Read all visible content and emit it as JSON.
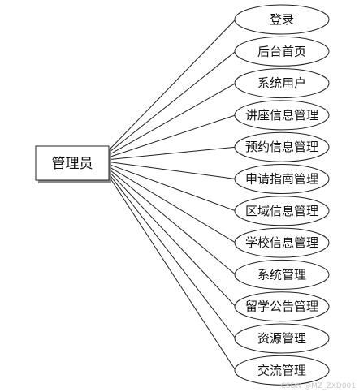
{
  "root": {
    "label": "管理员"
  },
  "modules": [
    {
      "label": "登录"
    },
    {
      "label": "后台首页"
    },
    {
      "label": "系统用户"
    },
    {
      "label": "讲座信息管理"
    },
    {
      "label": "预约信息管理"
    },
    {
      "label": "申请指南管理"
    },
    {
      "label": "区域信息管理"
    },
    {
      "label": "学校信息管理"
    },
    {
      "label": "系统管理"
    },
    {
      "label": "留学公告管理"
    },
    {
      "label": "资源管理"
    },
    {
      "label": "交流管理"
    }
  ],
  "watermark": "CSDN @MZ_ZXD001"
}
